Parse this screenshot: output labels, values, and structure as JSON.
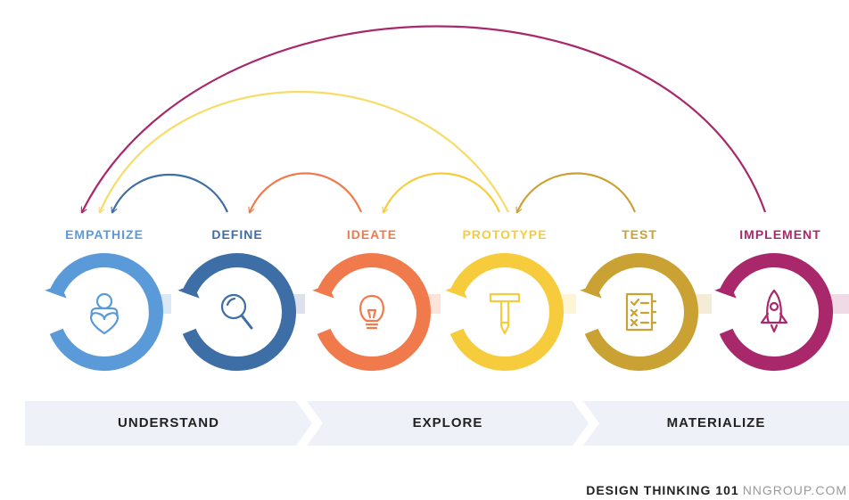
{
  "stages": [
    {
      "label": "EMPATHIZE",
      "color": "#5b9ad8",
      "icon": "person-heart-icon"
    },
    {
      "label": "DEFINE",
      "color": "#3e6ea6",
      "icon": "magnifier-icon"
    },
    {
      "label": "IDEATE",
      "color": "#f07a4b",
      "icon": "lightbulb-icon"
    },
    {
      "label": "PROTOTYPE",
      "color": "#f7cc3c",
      "icon": "hammer-icon"
    },
    {
      "label": "TEST",
      "color": "#c9a233",
      "icon": "checklist-icon"
    },
    {
      "label": "IMPLEMENT",
      "color": "#a8286b",
      "icon": "rocket-icon"
    }
  ],
  "phases": [
    "UNDERSTAND",
    "EXPLORE",
    "MATERIALIZE"
  ],
  "footer": {
    "title": "DESIGN THINKING 101",
    "site": "NNGROUP.COM"
  }
}
